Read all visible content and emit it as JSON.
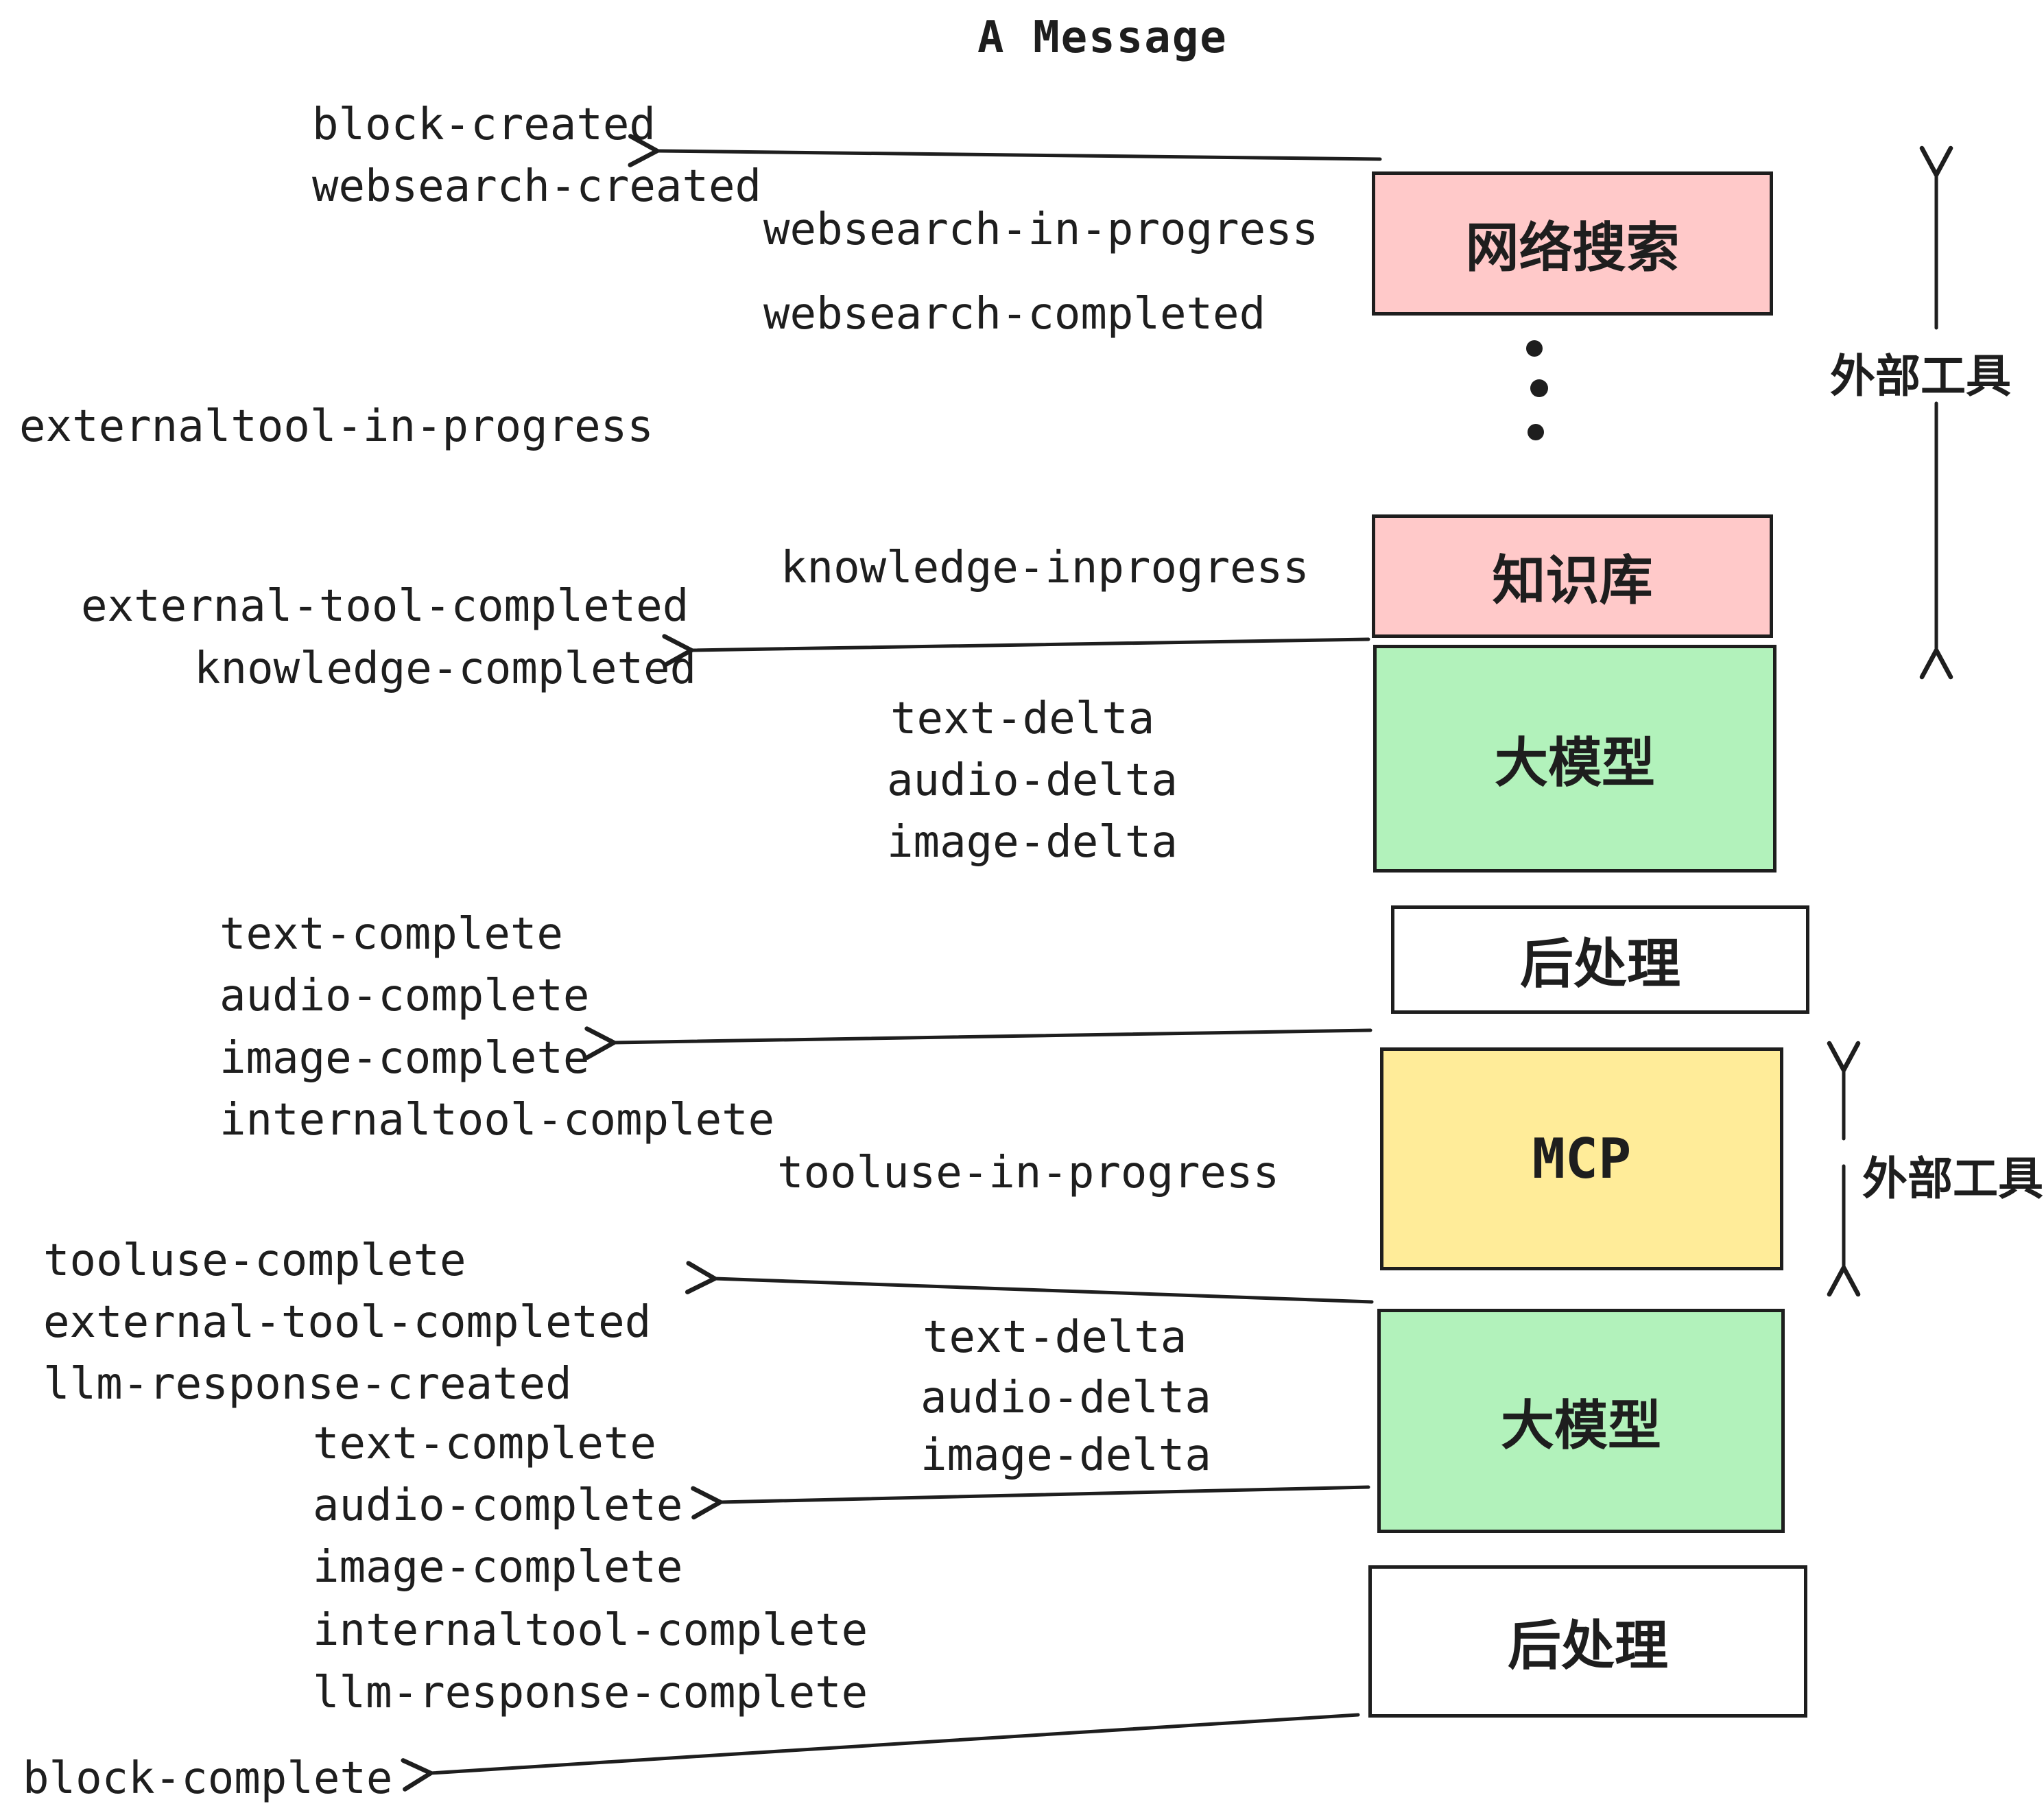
{
  "title": "A Message",
  "colors": {
    "stroke": "#1e1e1e",
    "box_pink": "#ffc9c9",
    "box_green": "#b2f2bb",
    "box_yellow": "#ffec99",
    "box_white": "#ffffff"
  },
  "boxes": [
    {
      "id": "websearch",
      "label": "网络搜索",
      "color": "#ffc9c9"
    },
    {
      "id": "knowledge",
      "label": "知识库",
      "color": "#ffc9c9"
    },
    {
      "id": "llm-1",
      "label": "大模型",
      "color": "#b2f2bb"
    },
    {
      "id": "postprocess-1",
      "label": "后处理",
      "color": "#ffffff"
    },
    {
      "id": "mcp",
      "label": "MCP",
      "color": "#ffec99"
    },
    {
      "id": "llm-2",
      "label": "大模型",
      "color": "#b2f2bb"
    },
    {
      "id": "postprocess-2",
      "label": "后处理",
      "color": "#ffffff"
    }
  ],
  "side_labels": [
    {
      "text": "外部工具"
    },
    {
      "text": "外部工具"
    }
  ],
  "events": [
    {
      "text": "block-created"
    },
    {
      "text": "websearch-created"
    },
    {
      "text": "websearch-in-progress"
    },
    {
      "text": "websearch-completed"
    },
    {
      "text": "externaltool-in-progress"
    },
    {
      "text": "knowledge-inprogress"
    },
    {
      "text": "external-tool-completed"
    },
    {
      "text": "knowledge-completed"
    },
    {
      "text": "text-delta"
    },
    {
      "text": "audio-delta"
    },
    {
      "text": "image-delta"
    },
    {
      "text": "text-complete"
    },
    {
      "text": "audio-complete"
    },
    {
      "text": "image-complete"
    },
    {
      "text": "internaltool-complete"
    },
    {
      "text": "tooluse-in-progress"
    },
    {
      "text": "tooluse-complete"
    },
    {
      "text": "external-tool-completed"
    },
    {
      "text": "llm-response-created"
    },
    {
      "text": "text-delta"
    },
    {
      "text": "audio-delta"
    },
    {
      "text": "image-delta"
    },
    {
      "text": "text-complete"
    },
    {
      "text": "audio-complete"
    },
    {
      "text": "image-complete"
    },
    {
      "text": "internaltool-complete"
    },
    {
      "text": "llm-response-complete"
    },
    {
      "text": "block-complete"
    }
  ]
}
